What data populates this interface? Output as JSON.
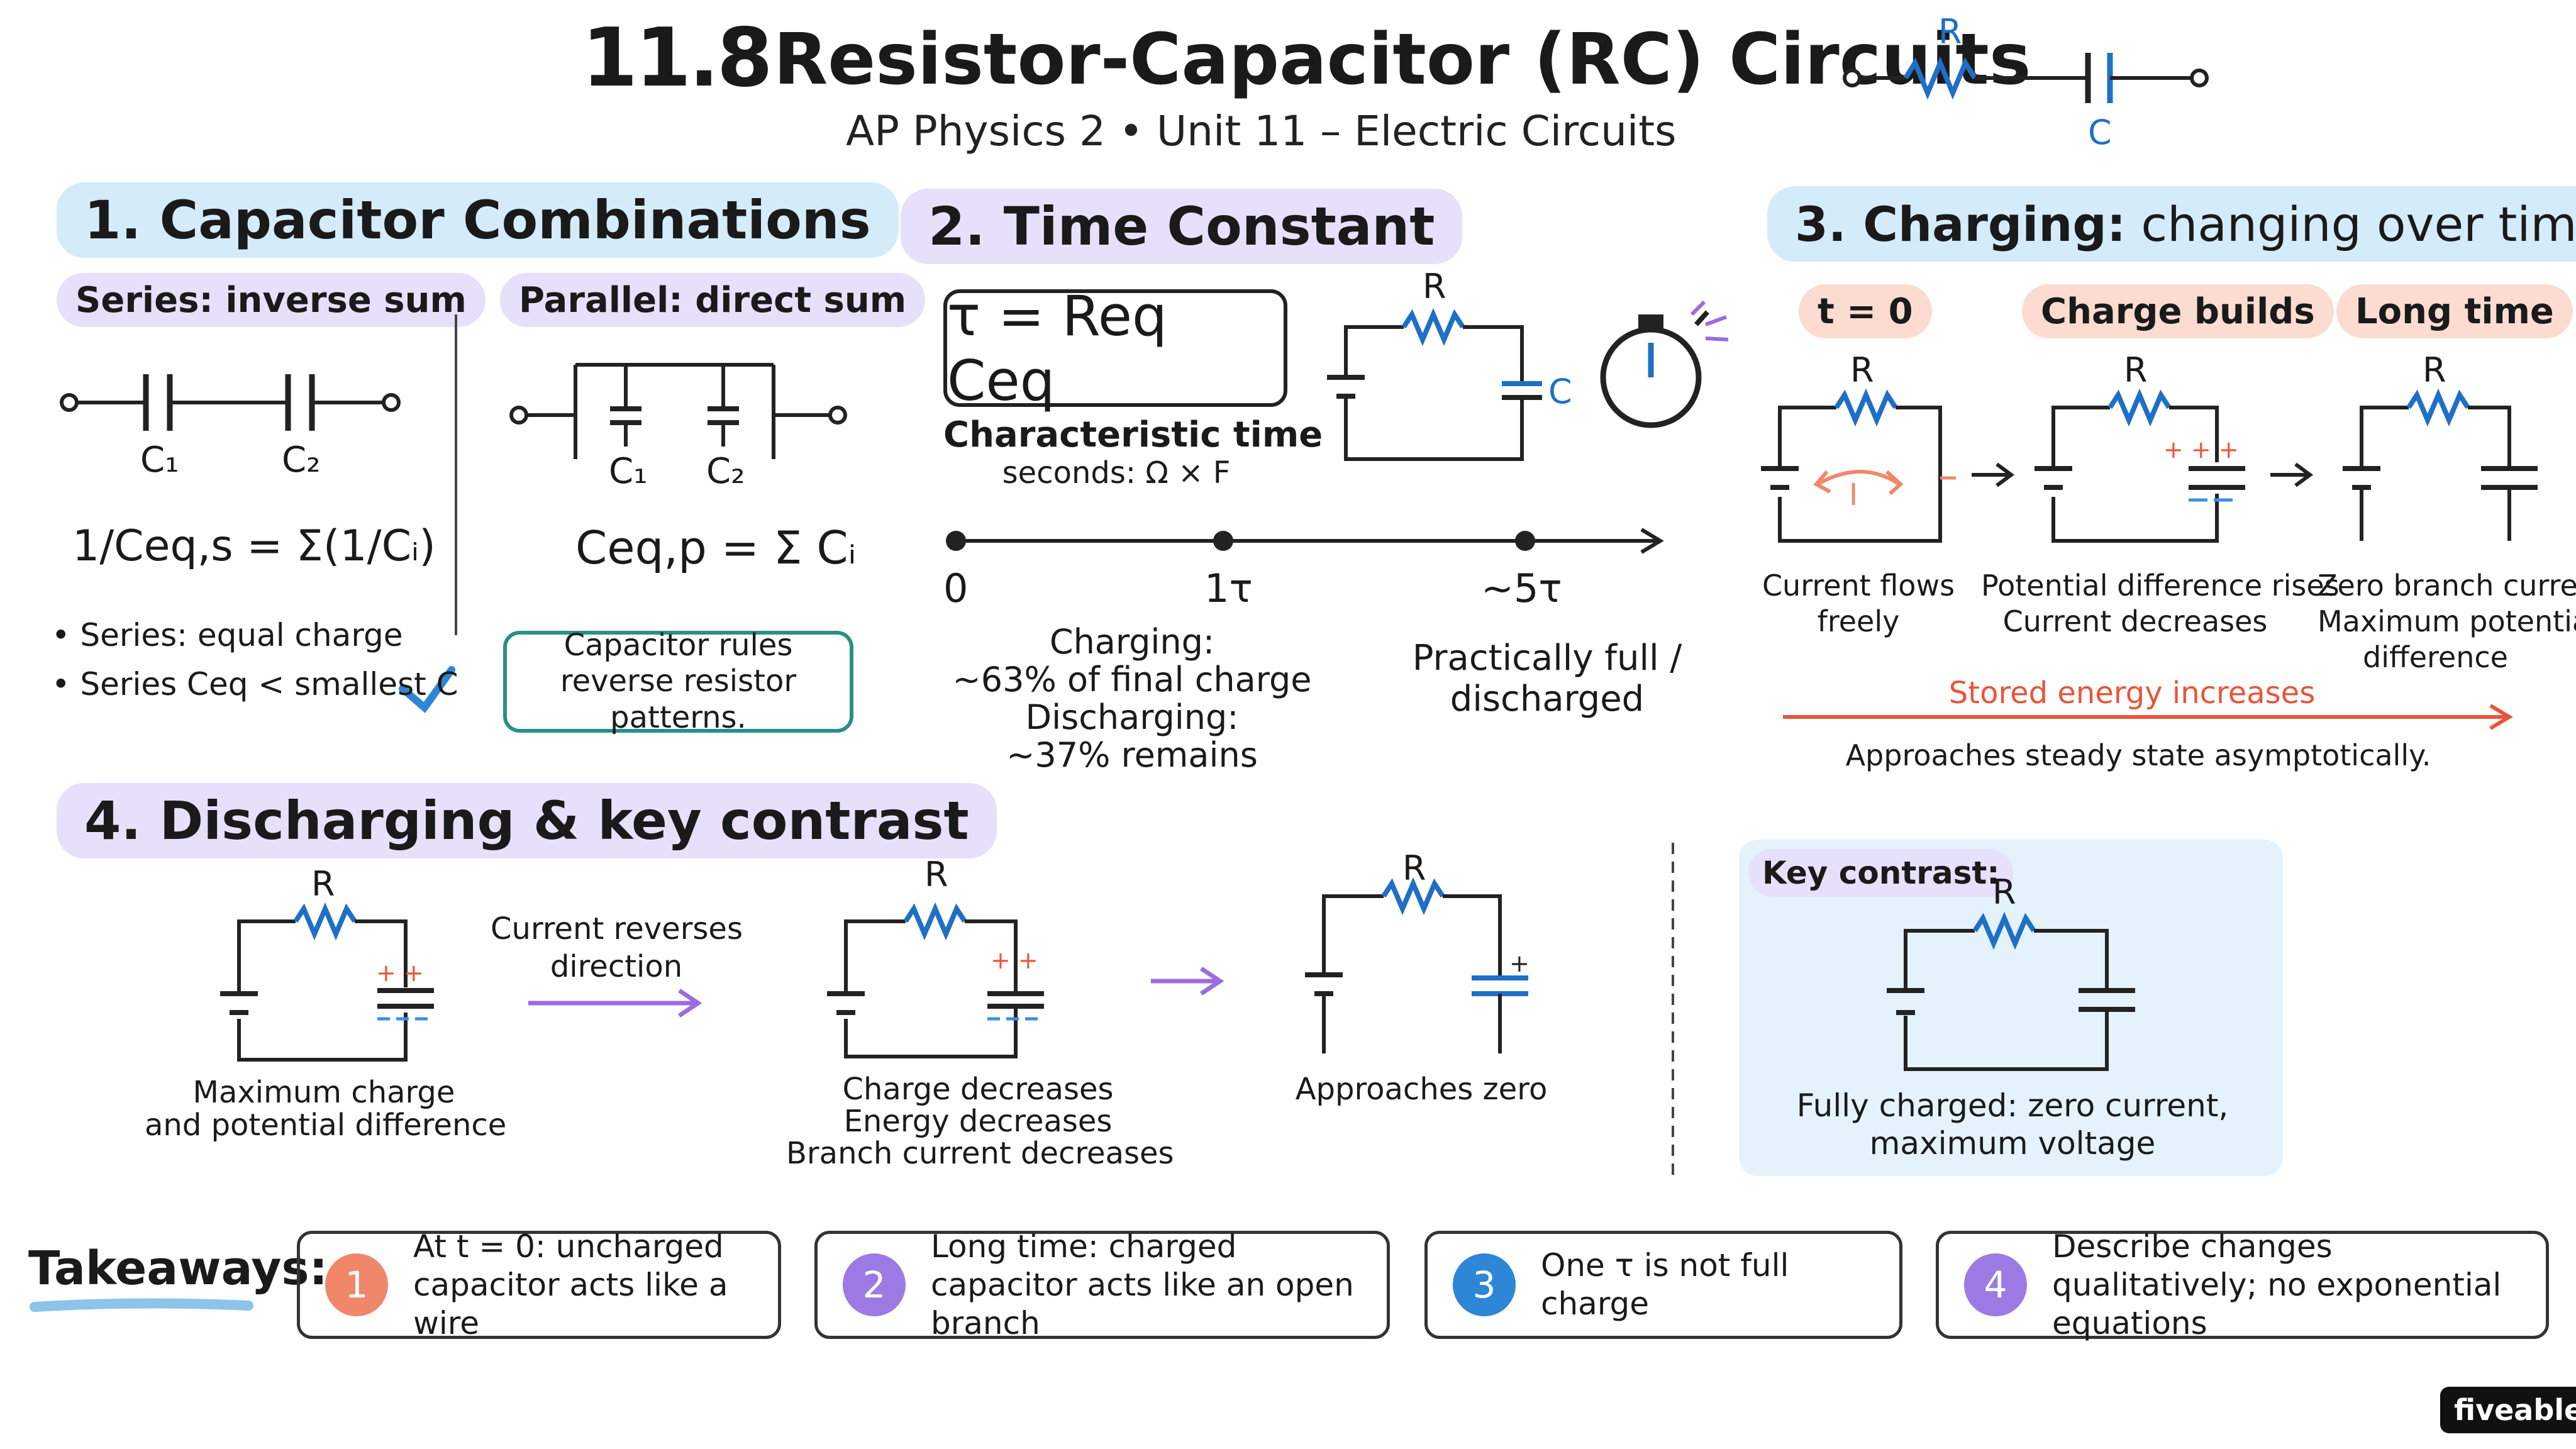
{
  "header": {
    "number": "11.8",
    "title": "Resistor-Capacitor (RC) Circuits",
    "subtitle": "AP Physics 2 • Unit 11 – Electric Circuits",
    "icon_r": "R",
    "icon_c": "C"
  },
  "section1": {
    "title": "1. Capacitor Combinations",
    "series_label": "Series: inverse sum",
    "parallel_label": "Parallel: direct sum",
    "c1": "C₁",
    "c2": "C₂",
    "series_formula": "1/Ceq,s = Σ(1/Cᵢ)",
    "parallel_formula": "Ceq,p = Σ Cᵢ",
    "bullet1": "• Series: equal charge",
    "bullet2": "• Series Ceq < smallest C",
    "note": "Capacitor rules reverse resistor patterns."
  },
  "section2": {
    "title": "2. Time Constant",
    "formula": "τ = Req Ceq",
    "char_time": "Characteristic time",
    "units": "seconds: Ω × F",
    "r_label": "R",
    "c_label": "C",
    "tick0": "0",
    "tick1": "1τ",
    "tick5": "~5τ",
    "charging_line1": "Charging:",
    "charging_line2": "~63% of final charge",
    "discharging_line1": "Discharging:",
    "discharging_line2": "~37% remains",
    "full_line1": "Practically full /",
    "full_line2": "discharged"
  },
  "section3": {
    "title_bold": "3. Charging:",
    "title_rest": " changing over time",
    "stage1_label": "t = 0",
    "stage2_label": "Charge builds",
    "stage3_label": "Long time",
    "r_label": "R",
    "current_label": "I",
    "stage1_line1": "Current flows",
    "stage1_line2": "freely",
    "stage2_line1": "Potential difference rises",
    "stage2_line2": "Current decreases",
    "stage3_line1": "Zero branch current",
    "stage3_line2": "Maximum potential",
    "stage3_line3": "difference",
    "energy_label": "Stored energy increases",
    "steady_state": "Approaches steady state asymptotically."
  },
  "section4": {
    "title": "4. Discharging & key contrast",
    "r_label": "R",
    "reverse_line1": "Current reverses",
    "reverse_line2": "direction",
    "stage1_line1": "Maximum charge",
    "stage1_line2": "and potential difference",
    "stage2_line1": "Charge decreases",
    "stage2_line2": "Energy decreases",
    "stage2_line3": "Branch current decreases",
    "stage3_line1": "Approaches zero",
    "key_title": "Key contrast:",
    "key_line1": "Fully charged: zero current,",
    "key_line2": "maximum voltage"
  },
  "takeaways": {
    "label": "Takeaways:",
    "items": [
      {
        "num": "1",
        "line1": "At t = 0: uncharged",
        "line2": "capacitor acts like a wire",
        "color": "#f0876a"
      },
      {
        "num": "2",
        "line1": "Long time: charged",
        "line2": "capacitor acts like an open branch",
        "color": "#9b7be3"
      },
      {
        "num": "3",
        "line1": "One τ is not full charge",
        "line2": "",
        "color": "#2d86d6"
      },
      {
        "num": "4",
        "line1": "Describe changes",
        "line2": "qualitatively; no exponential equations",
        "color": "#9b7be3"
      }
    ]
  },
  "branding": {
    "logo": "fiveable"
  },
  "colors": {
    "resistor_blue": "#1f6fc7",
    "charge_red": "#e8553a",
    "charge_blue": "#3a8ee8",
    "arrow_purple": "#9b6be0",
    "check_blue": "#2d86d6",
    "teal_border": "#2a8f86"
  }
}
